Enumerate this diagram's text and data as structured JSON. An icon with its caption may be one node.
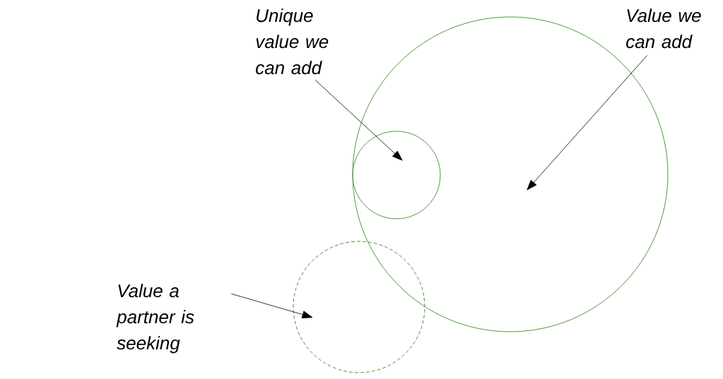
{
  "diagram": {
    "nodes": [
      {
        "text": [
          "Unique value we can add"
        ]
      },
      {
        "text": [
          "Value we can add"
        ]
      },
      {
        "text": [
          "Value a partner is seeking"
        ]
      },
      {
        "text": [],
        "shape": "circle"
      },
      {
        "text": [],
        "shape": "circle",
        "in": 3
      },
      {
        "text": [],
        "shape": "circle"
      }
    ],
    "edges": [
      {
        "from": 0,
        "to": 4,
        "arrow": "to"
      },
      {
        "from": 1,
        "to": 3,
        "arrow": "to"
      },
      {
        "from": 2,
        "to": 5,
        "arrow": "to"
      }
    ]
  }
}
